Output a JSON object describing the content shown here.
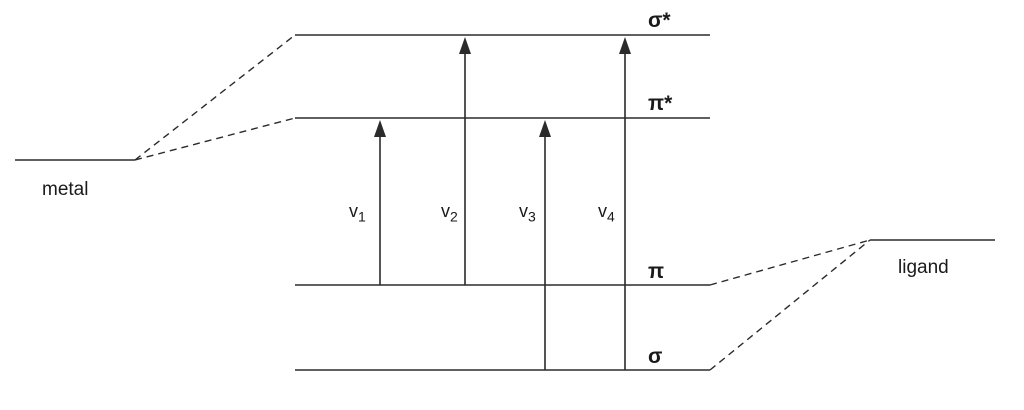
{
  "diagram": {
    "type": "molecular-orbital-energy-level-diagram",
    "colors": {
      "line": "#2b2b2b",
      "text": "#1a1a1a",
      "background": "#ffffff"
    },
    "levels": {
      "sigma_star": "σ*",
      "pi_star": "π*",
      "pi": "π",
      "sigma": "σ",
      "metal": "metal",
      "ligand": "ligand"
    },
    "transitions": [
      {
        "name": "v",
        "sub": "1",
        "from": "π",
        "to": "π*"
      },
      {
        "name": "v",
        "sub": "2",
        "from": "π",
        "to": "σ*"
      },
      {
        "name": "v",
        "sub": "3",
        "from": "σ",
        "to": "π*"
      },
      {
        "name": "v",
        "sub": "4",
        "from": "σ",
        "to": "σ*"
      }
    ]
  }
}
